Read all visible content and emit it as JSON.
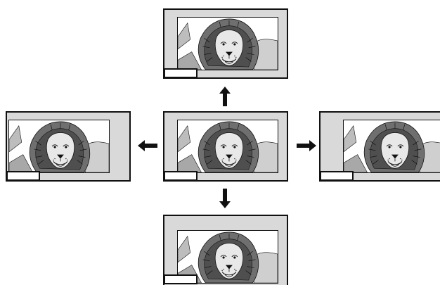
{
  "diagram": {
    "panels": [
      {
        "id": "top",
        "icon": "lion-image-icon"
      },
      {
        "id": "left",
        "icon": "lion-image-icon"
      },
      {
        "id": "center",
        "icon": "lion-image-icon"
      },
      {
        "id": "right",
        "icon": "lion-image-icon"
      },
      {
        "id": "bottom",
        "icon": "lion-image-icon"
      }
    ],
    "arrows": [
      {
        "direction": "up",
        "icon": "arrow-up-icon"
      },
      {
        "direction": "left",
        "icon": "arrow-left-icon"
      },
      {
        "direction": "right",
        "icon": "arrow-right-icon"
      },
      {
        "direction": "down",
        "icon": "arrow-down-icon"
      }
    ],
    "colors": {
      "frame": "#111111",
      "panel_fill": "#d9d9d9",
      "art_background": "#ffffff",
      "arrow": "#111111"
    }
  }
}
